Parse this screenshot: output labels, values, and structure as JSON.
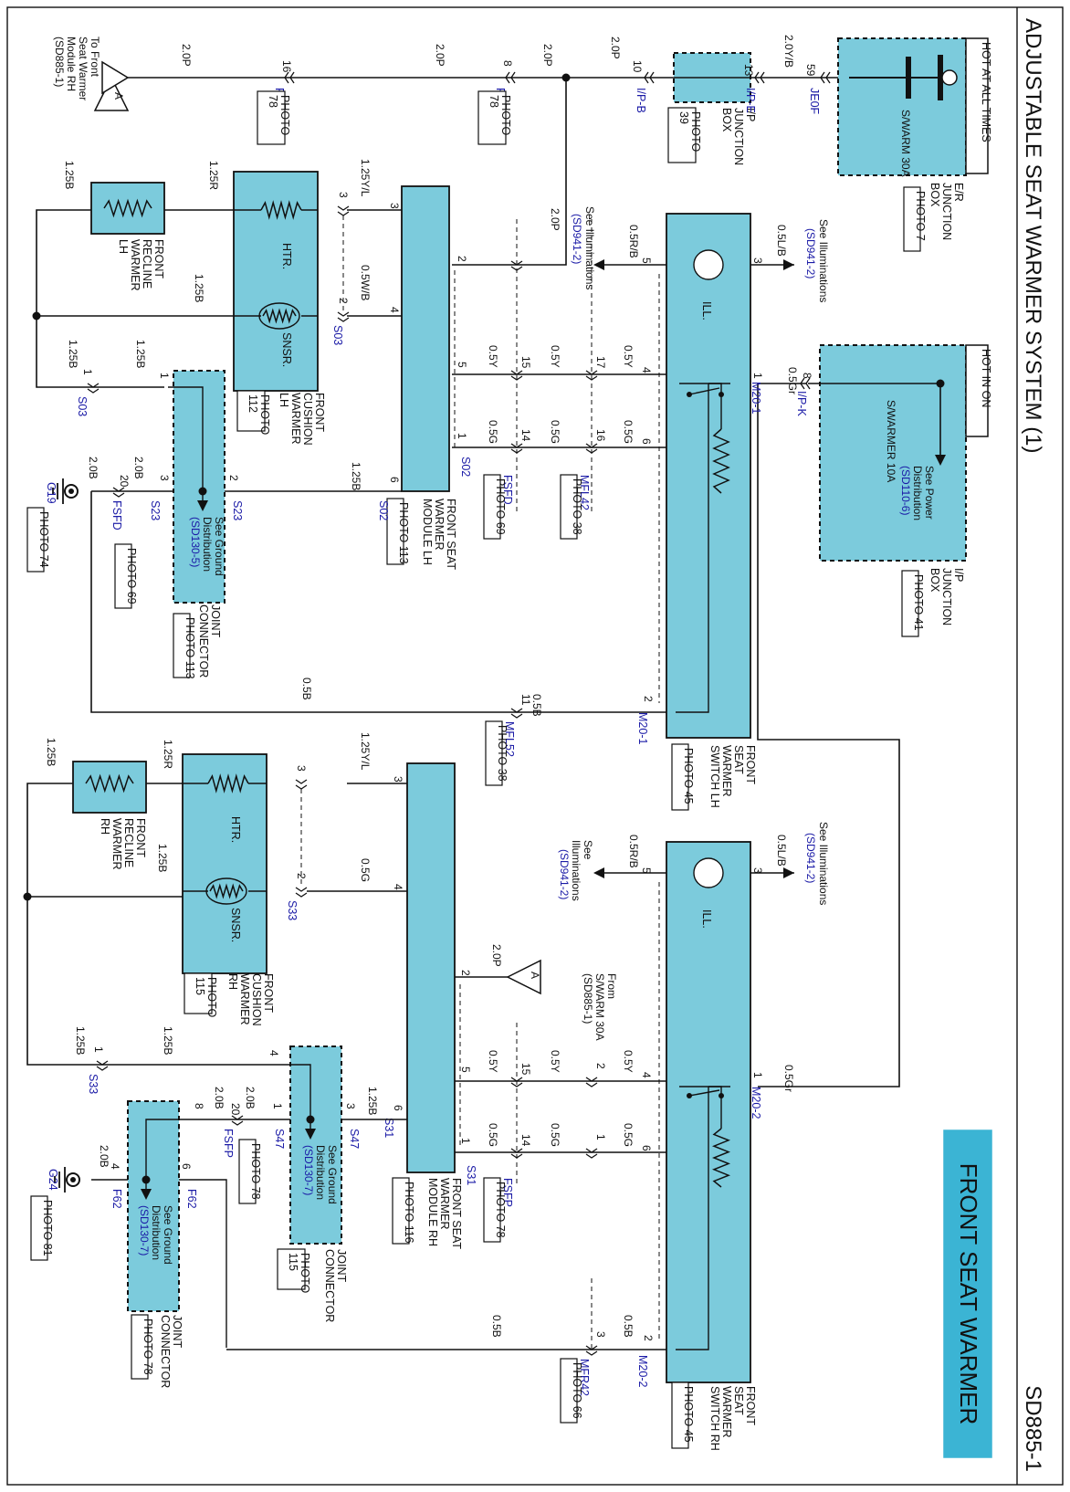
{
  "header": {
    "title": "ADJUSTABLE SEAT WARMER SYSTEM (1)",
    "page_code": "SD885-1",
    "section_badge": "FRONT SEAT WARMER"
  },
  "colors": {
    "component_fill": "#7ccbdc",
    "badge_fill": "#3bb4d4",
    "wire": "#111111",
    "link_text": "#1a1aa6",
    "border": "#111111"
  },
  "boxes": {
    "er_box": {
      "label_lines": [
        "E/R",
        "JUNCTION",
        "BOX"
      ],
      "photo": "PHOTO 7",
      "fuse": "S/WARM 30A",
      "hot": "HOT AT ALL TIMES"
    },
    "ip_box_top": {
      "label_lines": [
        "I/P",
        "JUNCTION",
        "BOX"
      ],
      "photo_lines": [
        "PHOTO",
        "39"
      ]
    },
    "ip_box_right": {
      "label_lines": [
        "I/P",
        "JUNCTION",
        "BOX"
      ],
      "photo": "PHOTO 41",
      "fuse": "S/WARMER 10A",
      "hot": "HOT IN ON",
      "note_lines": [
        "See Power",
        "Distribution"
      ],
      "note_ref": "(SD110-6)"
    },
    "switch_lh": {
      "label_lines": [
        "FRONT",
        "SEAT",
        "WARMER",
        "SWITCH LH"
      ],
      "photo": "PHOTO 45",
      "ill": "ILL."
    },
    "switch_rh": {
      "label_lines": [
        "FRONT",
        "SEAT",
        "WARMER",
        "SWITCH RH"
      ],
      "photo": "PHOTO 45",
      "ill": "ILL."
    },
    "module_lh": {
      "label_lines": [
        "FRONT SEAT",
        "WARMER",
        "MODULE LH"
      ],
      "photo": "PHOTO 113"
    },
    "module_rh": {
      "label_lines": [
        "FRONT SEAT",
        "WARMER",
        "MODULE RH"
      ],
      "photo": "PHOTO 116"
    },
    "cushion_lh": {
      "label_lines": [
        "FRONT",
        "CUSHION",
        "WARMER",
        "LH"
      ],
      "photo_lines": [
        "PHOTO",
        "112"
      ],
      "htr": "HTR.",
      "snsr": "SNSR."
    },
    "cushion_rh": {
      "label_lines": [
        "FRONT",
        "CUSHION",
        "WARMER",
        "RH"
      ],
      "photo_lines": [
        "PHOTO",
        "115"
      ],
      "htr": "HTR.",
      "snsr": "SNSR."
    },
    "recline_lh": {
      "label_lines": [
        "FRONT",
        "RECLINE",
        "WARMER",
        "LH"
      ]
    },
    "recline_rh": {
      "label_lines": [
        "FRONT",
        "RECLINE",
        "WARMER",
        "RH"
      ]
    },
    "joint_lh": {
      "label_lines": [
        "JOINT",
        "CONNECTOR"
      ],
      "photo": "PHOTO 113",
      "note_lines": [
        "See Ground",
        "Distribution"
      ],
      "note_ref": "(SD130-5)"
    },
    "joint_rh1": {
      "label_lines": [
        "JOINT",
        "CONNECTOR"
      ],
      "photo_lines": [
        "PHOTO",
        "115"
      ],
      "note_lines": [
        "See Ground",
        "Distribution"
      ],
      "note_ref": "(SD130-7)"
    },
    "joint_rh2": {
      "label_lines": [
        "JOINT",
        "CONNECTOR"
      ],
      "photo": "PHOTO 78",
      "note_lines": [
        "See Ground",
        "Distribution"
      ],
      "note_ref": "(SD130-7)"
    }
  },
  "connectors": {
    "JE0F": "JE0F",
    "IPE": "I/P-E",
    "IPB": "I/P-B",
    "IPK": "I/P-K",
    "FF11": "FF11",
    "FSFP": "FSFP",
    "FSFD": "FSFD",
    "MFL42": "MFL42",
    "MFL52": "MFL52",
    "MFR42": "MFR42",
    "M201": "M20-1",
    "M202": "M20-2",
    "S02": "S02",
    "S03": "S03",
    "S23": "S23",
    "S31": "S31",
    "S33": "S33",
    "S47": "S47",
    "F62": "F62",
    "G19": "G19",
    "G24": "G24"
  },
  "photos": {
    "ff11": [
      "PHOTO",
      "78"
    ],
    "fsfp_top": [
      "PHOTO",
      "78"
    ],
    "fsfd_lh": "PHOTO 69",
    "mfl42": "PHOTO 38",
    "mfl52": "PHOTO 38",
    "g19": "PHOTO 74",
    "fsfd_j": "PHOTO 69",
    "fsfp_rh": "PHOTO 78",
    "fsfp_j": "PHOTO 78",
    "g24": "PHOTO 81",
    "mfr42": "PHOTO 66"
  },
  "notes": {
    "front_rh": [
      "To Front",
      "Seat Warmer",
      "Module RH"
    ],
    "front_rh_ref": "(SD885-1)",
    "from_swarm": [
      "From",
      "S/WARM 30A"
    ],
    "from_swarm_ref": "(SD885-1)",
    "see_ill_1": "See Illuminations",
    "see_ill_1_ref": "(SD941-2)",
    "see_ill_2": "See Illuminations",
    "see_ill_2_ref": "(SD941-2)",
    "see_ill_3": "See Illuminations",
    "see_ill_3_ref": "(SD941-2)",
    "see_ill_4": [
      "See",
      "Illuminations"
    ],
    "see_ill_4_ref": "(SD941-2)",
    "ref_a": "A"
  },
  "wires": {
    "w_20p": "2.0P",
    "w_20yb": "2.0Y/B",
    "w_05lb": "0.5L/B",
    "w_05rb": "0.5R/B",
    "w_05gr": "0.5Gr",
    "w_05y": "0.5Y",
    "w_05g": "0.5G",
    "w_05b": "0.5B",
    "w_125yl": "1.25Y/L",
    "w_125r": "1.25R",
    "w_125b": "1.25B",
    "w_05wb": "0.5W/B",
    "w_20b": "2.0B"
  },
  "pins": {
    "p1": "1",
    "p2": "2",
    "p3": "3",
    "p4": "4",
    "p5": "5",
    "p6": "6",
    "p8": "8",
    "p10": "10",
    "p11": "11",
    "p13": "13",
    "p14": "14",
    "p15": "15",
    "p16": "16",
    "p17": "17",
    "p20": "20",
    "p59": "59"
  }
}
